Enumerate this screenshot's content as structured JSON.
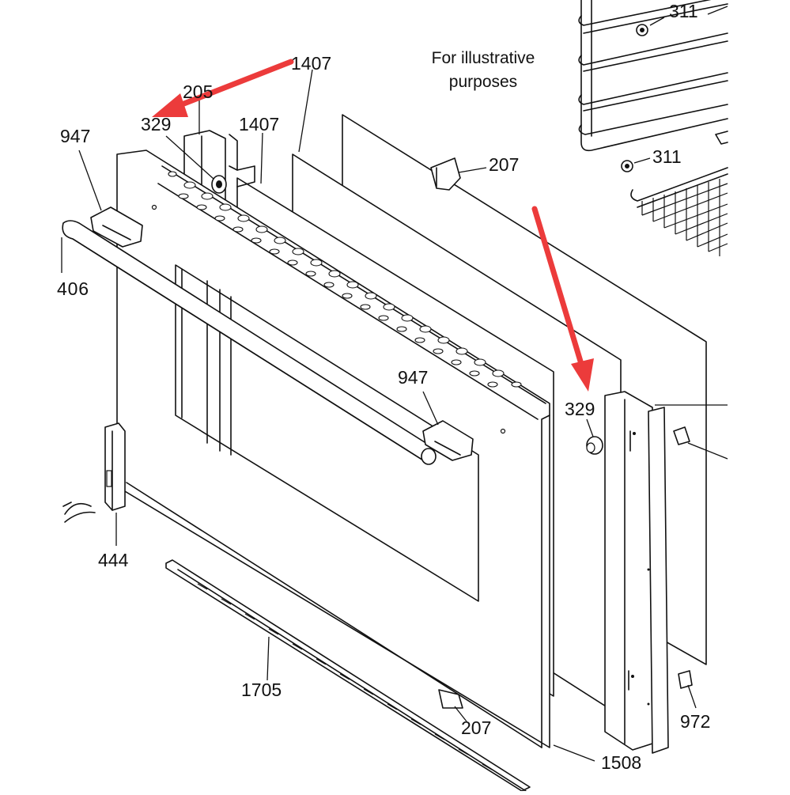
{
  "note": {
    "line1": "For illustrative",
    "line2": "purposes"
  },
  "part_labels": {
    "p311_top": "311",
    "p311_mid": "311",
    "p1407_top": "1407",
    "p1407_mid": "1407",
    "p205": "205",
    "p329_left": "329",
    "p947_left": "947",
    "p207_top": "207",
    "p406": "406",
    "p947_right": "947",
    "p329_right": "329",
    "p444": "444",
    "p1705": "1705",
    "p207_bottom": "207",
    "p972": "972",
    "p1508": "1508"
  },
  "colors": {
    "arrow": "#ec3b3b",
    "line": "#111111",
    "background": "#ffffff"
  }
}
